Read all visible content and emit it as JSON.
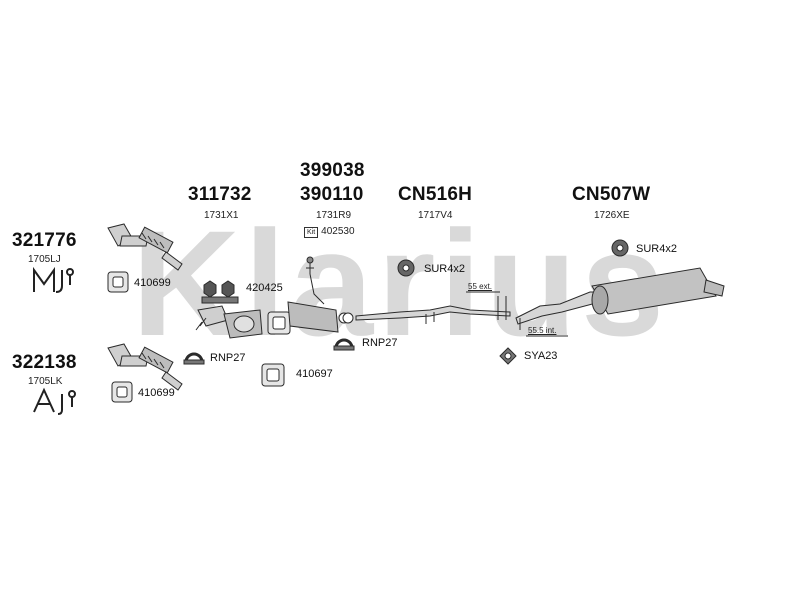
{
  "watermark": "Klarius",
  "colors": {
    "watermark": "#d9d9d9",
    "parts_fill": "#cfcfcf",
    "parts_stroke": "#2b2b2b",
    "text": "#111111"
  },
  "kit_upper": {
    "number": "321776",
    "code": "1705LJ",
    "icon": "manual-transmission-icon"
  },
  "kit_lower": {
    "number": "322138",
    "code": "1705LK",
    "icon": "automatic-transmission-icon"
  },
  "part_311732": {
    "number": "311732",
    "code": "1731X1"
  },
  "part_399038": {
    "number": "399038"
  },
  "part_390110": {
    "number": "390110",
    "code": "1731R9",
    "kit_tag": "Kit",
    "kit_number": "402530"
  },
  "part_cn516h": {
    "number": "CN516H",
    "code": "1717V4"
  },
  "part_cn507w": {
    "number": "CN507W",
    "code": "1726XE"
  },
  "labels": {
    "gasket_upper": "410699",
    "gasket_lower": "410699",
    "bolt_kit": "420425",
    "rnp27_left": "RNP27",
    "rnp27_right": "RNP27",
    "gasket_mid": "410697",
    "sur_mid": "SUR4x2",
    "sur_right": "SUR4x2",
    "sya23": "SYA23",
    "ext_55": "55 ext.",
    "int_55_5": "55.5 int."
  }
}
